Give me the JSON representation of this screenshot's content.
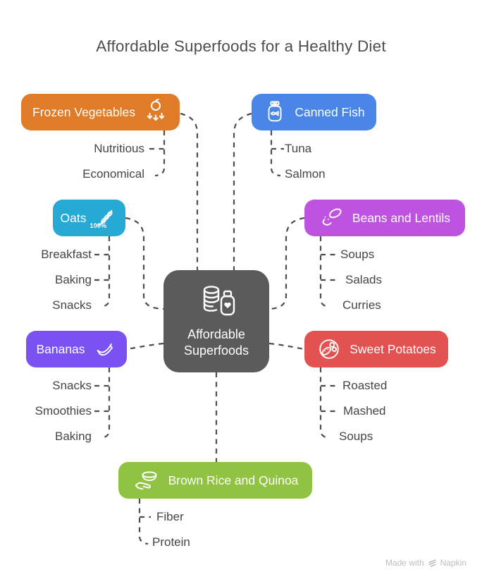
{
  "title": "Affordable Superfoods for a Healthy Diet",
  "central": {
    "line1": "Affordable",
    "line2": "Superfoods",
    "color": "#5b5b5b",
    "icon": "coins-and-supplement-jar-icon"
  },
  "branches": [
    {
      "label": "Frozen Vegetables",
      "color": "#e07b27",
      "icon": "frozen-vegetable-icon",
      "children": [
        "Nutritious",
        "Economical"
      ]
    },
    {
      "label": "Canned Fish",
      "color": "#4a86e8",
      "icon": "canned-fish-jar-icon",
      "children": [
        "Tuna",
        "Salmon"
      ]
    },
    {
      "label": "Oats",
      "color": "#27a9d6",
      "icon": "oat-grain-icon",
      "badge": "100%",
      "children": [
        "Breakfast",
        "Baking",
        "Snacks"
      ]
    },
    {
      "label": "Beans and Lentils",
      "color": "#be53e0",
      "icon": "beans-icon",
      "children": [
        "Soups",
        "Salads",
        "Curries"
      ]
    },
    {
      "label": "Bananas",
      "color": "#7a52f2",
      "icon": "bananas-icon",
      "children": [
        "Snacks",
        "Smoothies",
        "Baking"
      ]
    },
    {
      "label": "Sweet Potatoes",
      "color": "#e25250",
      "icon": "sweet-potato-slices-icon",
      "children": [
        "Roasted",
        "Mashed",
        "Soups"
      ]
    },
    {
      "label": "Brown Rice and Quinoa",
      "color": "#8fc341",
      "icon": "bowl-in-hand-icon",
      "children": [
        "Fiber",
        "Protein"
      ]
    }
  ],
  "watermark": {
    "prefix": "Made with",
    "brand": "Napkin"
  }
}
